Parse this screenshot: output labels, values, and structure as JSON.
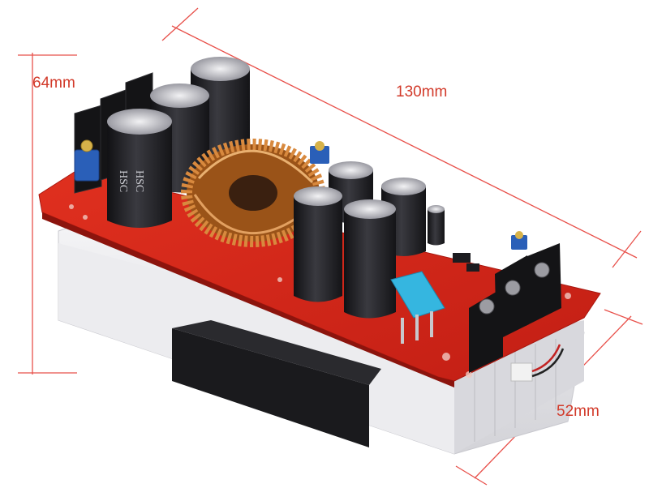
{
  "dimensions": {
    "length": "130mm",
    "height": "64mm",
    "width": "52mm",
    "line_color": "#e8504a"
  },
  "board": {
    "pcb_color": "#d9271a",
    "heatsink_color": "#e7e7ea",
    "capacitor_color": "#1f1f22",
    "inductor_color": "#c9772f",
    "capacitor_print": "HSC",
    "fuse_color": "#35b6e0"
  }
}
